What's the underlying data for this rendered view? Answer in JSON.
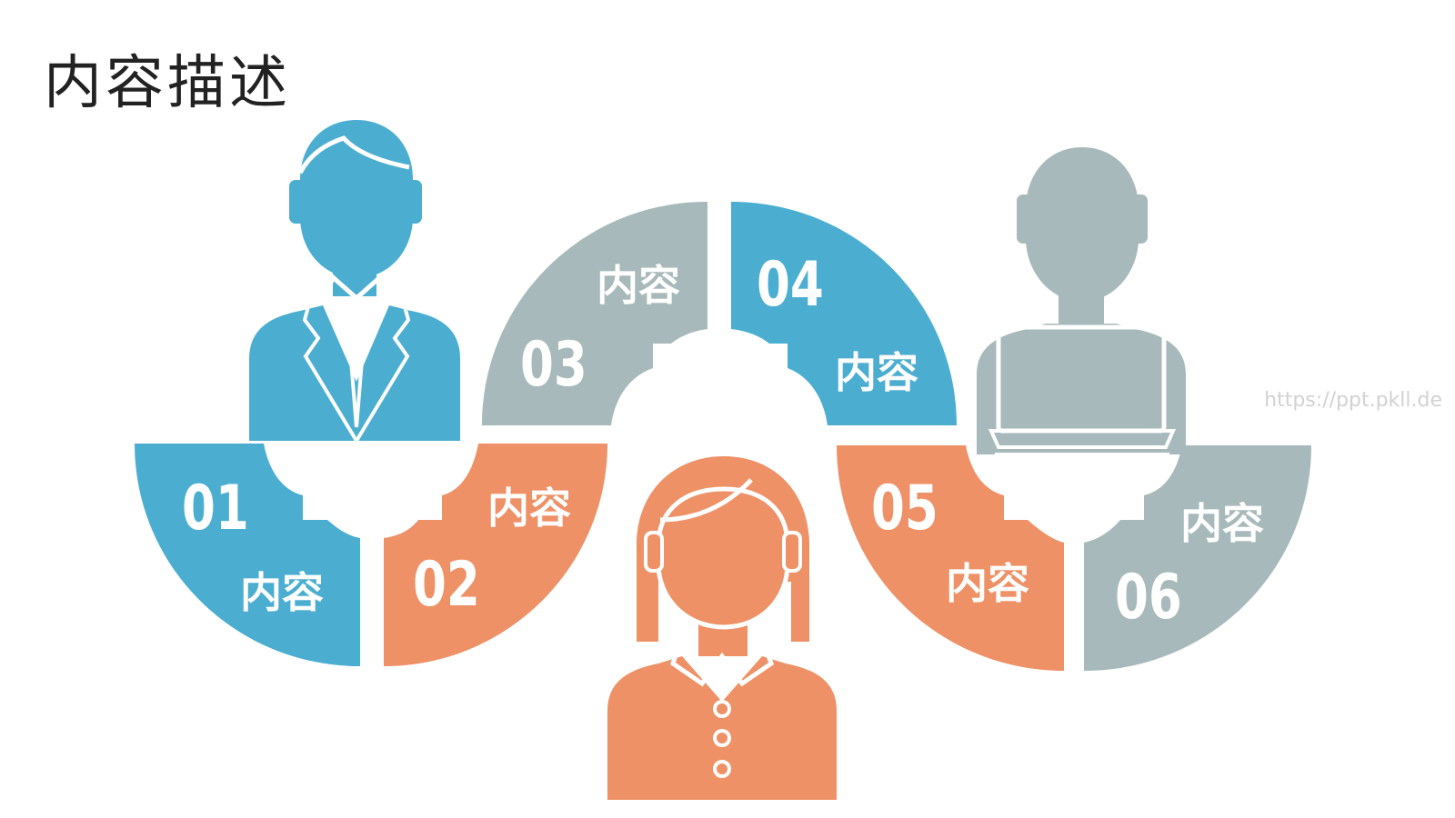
{
  "title": "内容描述",
  "watermark": "https://ppt.pkll.de",
  "colors": {
    "blue": "#4BAED1",
    "orange": "#EE9166",
    "gray": "#A7B9BA",
    "background": "#FFFFFF"
  },
  "segments": [
    {
      "number": "01",
      "label": "内容",
      "color": "blue"
    },
    {
      "number": "02",
      "label": "内容",
      "color": "orange"
    },
    {
      "number": "03",
      "label": "内容",
      "color": "gray"
    },
    {
      "number": "04",
      "label": "内容",
      "color": "blue"
    },
    {
      "number": "05",
      "label": "内容",
      "color": "orange"
    },
    {
      "number": "06",
      "label": "内容",
      "color": "gray"
    }
  ],
  "figures": [
    {
      "icon": "businessman-icon",
      "color": "blue"
    },
    {
      "icon": "businesswoman-icon",
      "color": "orange"
    },
    {
      "icon": "laptop-user-icon",
      "color": "gray"
    }
  ]
}
